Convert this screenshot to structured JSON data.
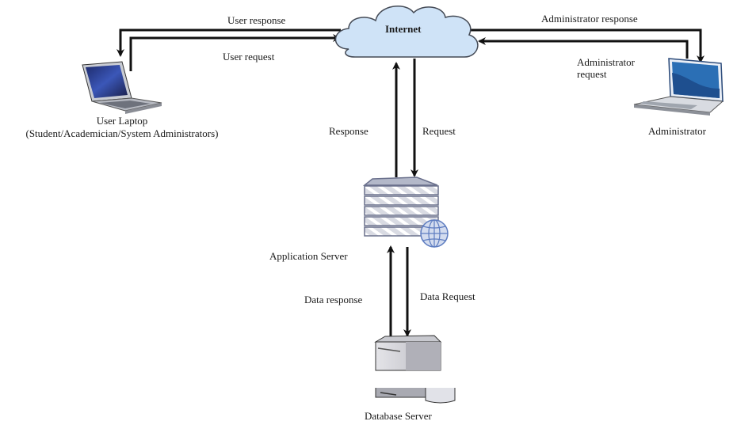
{
  "diagram": {
    "title": "System architecture",
    "nodes": {
      "internet": {
        "label": "Internet",
        "icon": "cloud-icon",
        "fill": "#cfe3f7"
      },
      "user_laptop": {
        "label_line1": "User Laptop",
        "label_line2": "(Student/Academician/System Administrators)",
        "icon": "laptop-icon"
      },
      "administrator": {
        "label": "Administrator",
        "icon": "laptop-icon"
      },
      "app_server": {
        "label": "Application Server",
        "icon": "server-rack-globe-icon"
      },
      "db_server": {
        "label": "Database Server",
        "icon": "database-server-icon"
      }
    },
    "edges": {
      "user_response": "User response",
      "user_request": "User request",
      "admin_response": "Administrator response",
      "admin_request_line1": "Administrator",
      "admin_request_line2": "request",
      "response": "Response",
      "request": "Request",
      "data_response": "Data response",
      "data_request": "Data Request"
    }
  }
}
